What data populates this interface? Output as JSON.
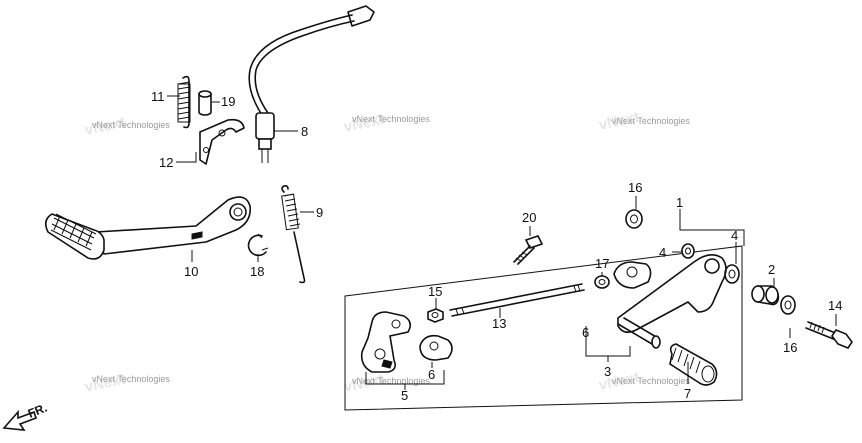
{
  "watermark": "vNext Technologies",
  "direction_label": "FR.",
  "callouts": {
    "p1": "1",
    "p2": "2",
    "p3": "3",
    "p4a": "4",
    "p4b": "4",
    "p5": "5",
    "p6a": "6",
    "p6b": "6",
    "p7": "7",
    "p8": "8",
    "p9": "9",
    "p10": "10",
    "p11": "11",
    "p12": "12",
    "p13": "13",
    "p14": "14",
    "p15": "15",
    "p16a": "16",
    "p16b": "16",
    "p17": "17",
    "p18": "18",
    "p19": "19",
    "p20": "20"
  }
}
